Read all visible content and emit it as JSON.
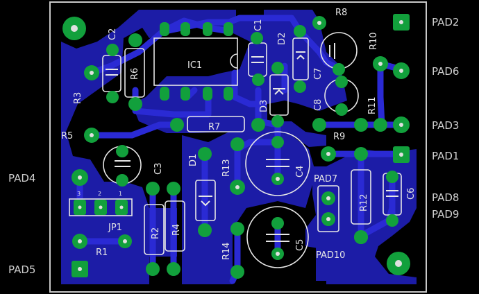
{
  "colors": {
    "background": "#000000",
    "board_outline": "#c8c8c8",
    "copper_pour": "#1c1ca6",
    "trace": "#2a2ad4",
    "pad": "#12a03c",
    "drill": "#e0e0e0",
    "silkscreen": "#e6e6e6",
    "label_text": "#d0d0d0"
  },
  "pads_right": [
    "PAD2",
    "PAD6",
    "PAD3",
    "PAD1",
    "PAD8",
    "PAD9"
  ],
  "pads_left": [
    "PAD4",
    "PAD5"
  ],
  "pads_inner": [
    "PAD7",
    "PAD10"
  ],
  "components": {
    "ic": "IC1",
    "jumper": "JP1",
    "jumper_pins": [
      "3",
      "2",
      "1"
    ],
    "resistors": [
      "R1",
      "R2",
      "R3",
      "R4",
      "R5",
      "R6",
      "R7",
      "R8",
      "R9",
      "R10",
      "R11",
      "R12",
      "R13",
      "R14"
    ],
    "capacitors": [
      "C1",
      "C2",
      "C3",
      "C4",
      "C5",
      "C6",
      "C7",
      "C8"
    ],
    "diodes": [
      "D1",
      "D2",
      "D3"
    ]
  }
}
